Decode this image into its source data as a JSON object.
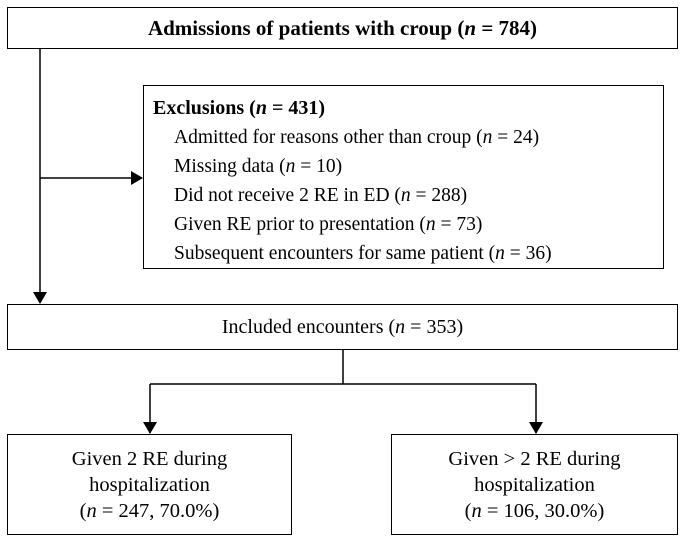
{
  "admissions": {
    "label": "Admissions of patients with croup",
    "n": "784"
  },
  "exclusions": {
    "label": "Exclusions",
    "n": "431",
    "items": [
      {
        "reason": "Admitted for reasons other than croup",
        "n": "24"
      },
      {
        "reason": "Missing data",
        "n": "10"
      },
      {
        "reason": "Did not receive 2 RE in ED",
        "n": "288"
      },
      {
        "reason": "Given RE prior to presentation",
        "n": "73"
      },
      {
        "reason": "Subsequent encounters for same patient",
        "n": "36"
      }
    ]
  },
  "included": {
    "label": "Included encounters",
    "n": "353"
  },
  "groups": [
    {
      "line1": "Given 2 RE during",
      "line2": "hospitalization",
      "n": "247",
      "pct": "70.0%"
    },
    {
      "line1": "Given > 2 RE during",
      "line2": "hospitalization",
      "n": "106",
      "pct": "30.0%"
    }
  ]
}
